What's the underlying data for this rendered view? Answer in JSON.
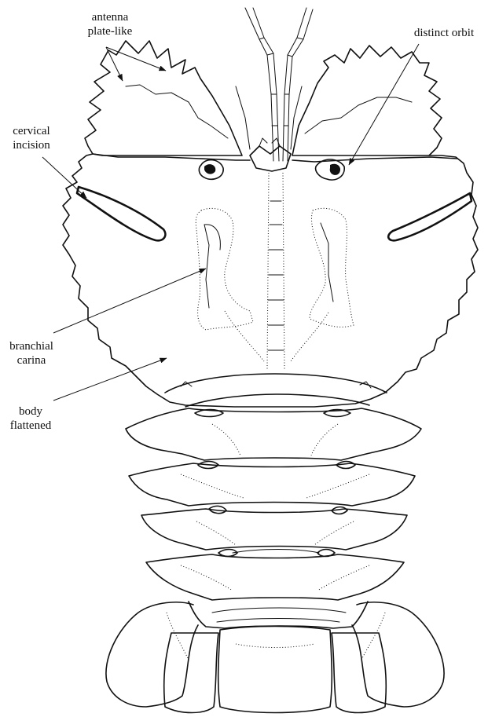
{
  "labels": {
    "antenna": [
      "antenna",
      "plate-like"
    ],
    "orbit": "distinct orbit",
    "cervical": [
      "cervical",
      "incision"
    ],
    "branchial": [
      "branchial",
      "carina"
    ],
    "body": [
      "body",
      "flattened"
    ]
  },
  "colors": {
    "ink": "#111111",
    "background": "#ffffff"
  }
}
